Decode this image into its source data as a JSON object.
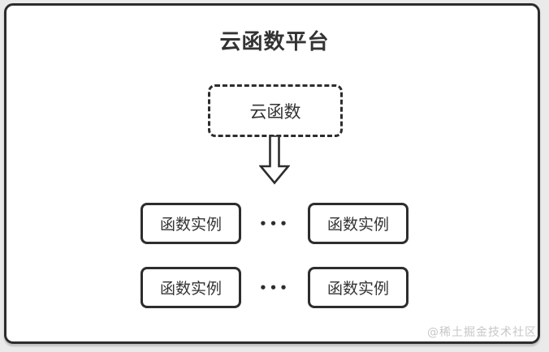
{
  "diagram": {
    "title": "云函数平台",
    "cloud_function_label": "云函数",
    "rows": [
      {
        "left": "函数实例",
        "dots": "•••",
        "right": "函数实例"
      },
      {
        "left": "函数实例",
        "dots": "•••",
        "right": "函数实例"
      }
    ],
    "watermark": "@稀土掘金技术社区",
    "colors": {
      "line": "#2d2d2d",
      "text": "#333333",
      "watermark": "#c7c7c7",
      "card_bg": "#ffffff",
      "page_bg": "#eaeaea"
    }
  }
}
